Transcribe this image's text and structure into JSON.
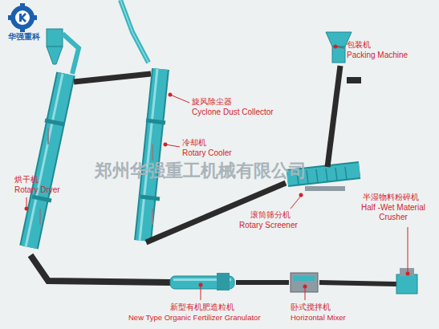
{
  "diagram": {
    "labels": [
      "华强重科",
      "旋风除尘器",
      "Cyclone Dust Collector",
      "包装机",
      "Packing Machine",
      "冷却机",
      "Rotary Cooler",
      "烘干机",
      "Rotary Dryer",
      "滚筒筛分机",
      "Rotary Screener",
      "半湿物料粉碎机",
      "Half -Wet Material Crusher",
      "新型有机肥造粒机",
      "New Type Organic Fertilizer Granulator",
      "卧式搅拌机",
      "Horizontal Mixer",
      "郑州华强重工机械有限公司"
    ]
  }
}
